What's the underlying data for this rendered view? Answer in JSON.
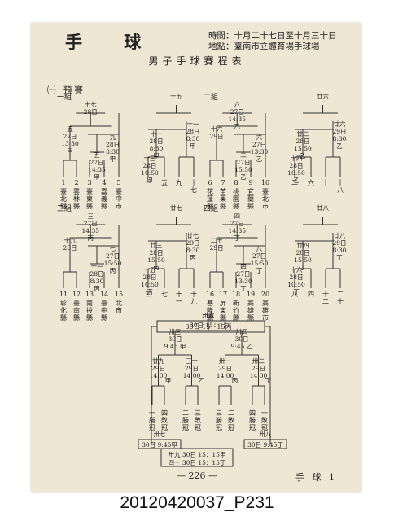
{
  "title": "手 球",
  "schedule_time": "時間：十月二十七日至十月三十日",
  "schedule_place": "地點：臺南市立體育場手球場",
  "subtitle": "男子手球賽程表",
  "section": "㈠ 預賽",
  "page_number": "— 226 —",
  "footer_right": "手 球 1",
  "caption": "20120420037_P231",
  "groups": [
    {
      "label": "一組",
      "teams": [
        {
          "no": "1",
          "name": "臺北縣"
        },
        {
          "no": "2",
          "name": "雲林縣"
        },
        {
          "no": "3",
          "name": "臺東縣"
        },
        {
          "no": "4",
          "name": "嘉義縣"
        },
        {
          "no": "5",
          "name": "臺中市"
        }
      ],
      "games": [
        {
          "no": "五",
          "date": "27日",
          "time": "13:30",
          "court": "甲"
        },
        {
          "no": "九",
          "date": "28日",
          "time": "8:30",
          "court": "甲"
        },
        {
          "no": "一",
          "date": "27日",
          "time": "15:50",
          "court": "甲"
        },
        {
          "no": "五",
          "date": "27日",
          "time": "14:35",
          "court": "甲"
        },
        {
          "no": "十七",
          "date": "28日",
          "time": "",
          "court": ""
        }
      ]
    },
    {
      "label": "",
      "teams": [
        {
          "no": "一",
          "name": ""
        },
        {
          "no": "五",
          "name": ""
        },
        {
          "no": "九",
          "name": ""
        },
        {
          "no": "十七",
          "name": ""
        }
      ],
      "games": [
        {
          "no": "十五",
          "date": "29日",
          "time": "",
          "court": ""
        },
        {
          "no": "十一",
          "date": "28日",
          "time": "8:30",
          "court": "甲"
        },
        {
          "no": "廿一",
          "date": "28日",
          "time": "15:50",
          "court": "甲"
        },
        {
          "no": "十三",
          "date": "28日",
          "time": "10:50",
          "court": "甲"
        }
      ]
    },
    {
      "label": "二組",
      "teams": [
        {
          "no": "6",
          "name": "花蓮縣"
        },
        {
          "no": "7",
          "name": "苗栗縣"
        },
        {
          "no": "8",
          "name": "桃園縣"
        },
        {
          "no": "9",
          "name": "宜蘭縣"
        },
        {
          "no": "10",
          "name": "臺北市"
        }
      ],
      "games": [
        {
          "no": "十六",
          "date": "29日",
          "time": "",
          "court": ""
        },
        {
          "no": "六",
          "date": "27日",
          "time": "13:30",
          "court": "乙"
        },
        {
          "no": "十",
          "date": "28日",
          "time": "8:30",
          "court": "乙"
        },
        {
          "no": "二",
          "date": "27日",
          "time": "15:50",
          "court": "乙"
        },
        {
          "no": "六",
          "date": "27日",
          "time": "14:35",
          "court": "乙"
        }
      ]
    },
    {
      "label": "",
      "teams": [
        {
          "no": "二",
          "name": ""
        },
        {
          "no": "六",
          "name": ""
        },
        {
          "no": "十",
          "name": ""
        },
        {
          "no": "十八",
          "name": ""
        }
      ],
      "games": [
        {
          "no": "廿六",
          "date": "29日",
          "time": "8:30",
          "court": "乙"
        },
        {
          "no": "廿二",
          "date": "28日",
          "time": "15:50",
          "court": "乙"
        },
        {
          "no": "十四",
          "date": "28日",
          "time": "10:50",
          "court": "乙"
        }
      ]
    },
    {
      "label": "三組",
      "teams": [
        {
          "no": "11",
          "name": "彰化縣"
        },
        {
          "no": "12",
          "name": "臺南縣"
        },
        {
          "no": "13",
          "name": "南投縣"
        },
        {
          "no": "14",
          "name": "臺中縣"
        },
        {
          "no": "15",
          "name": "北市"
        }
      ],
      "games": [
        {
          "no": "十九",
          "date": "28日",
          "time": "",
          "court": ""
        },
        {
          "no": "七",
          "date": "27日",
          "time": "15:50",
          "court": "丙"
        },
        {
          "no": "三",
          "date": "27日",
          "time": "13:30",
          "court": "丙"
        },
        {
          "no": "十一",
          "date": "28日",
          "time": "8:30",
          "court": "丙"
        },
        {
          "no": "三",
          "date": "27日",
          "time": "14:35",
          "court": "丙"
        }
      ]
    },
    {
      "label": "",
      "teams": [
        {
          "no": "三",
          "name": ""
        },
        {
          "no": "七",
          "name": ""
        },
        {
          "no": "十一",
          "name": ""
        },
        {
          "no": "十九",
          "name": ""
        }
      ],
      "games": [
        {
          "no": "廿七",
          "date": "29日",
          "time": "8:30",
          "court": "丙"
        },
        {
          "no": "廿三",
          "date": "28日",
          "time": "15:50",
          "court": "丙"
        },
        {
          "no": "十五",
          "date": "28日",
          "time": "10:50",
          "court": "丙"
        }
      ]
    },
    {
      "label": "四組",
      "teams": [
        {
          "no": "16",
          "name": "基隆縣"
        },
        {
          "no": "17",
          "name": "屏東縣"
        },
        {
          "no": "18",
          "name": "新竹縣"
        },
        {
          "no": "19",
          "name": "高雄縣"
        },
        {
          "no": "20",
          "name": "高雄市"
        }
      ],
      "games": [
        {
          "no": "二十",
          "date": "29日",
          "time": "",
          "court": ""
        },
        {
          "no": "八",
          "date": "27日",
          "time": "15:50",
          "court": "丁"
        },
        {
          "no": "十二",
          "date": "28日",
          "time": "8:30",
          "court": "丁"
        },
        {
          "no": "四",
          "date": "27日",
          "time": "13:30",
          "court": "丁"
        },
        {
          "no": "四",
          "date": "27日",
          "time": "14:35",
          "court": "丁"
        }
      ]
    },
    {
      "label": "",
      "teams": [
        {
          "no": "八",
          "name": ""
        },
        {
          "no": "四",
          "name": ""
        },
        {
          "no": "十二",
          "name": ""
        },
        {
          "no": "二十",
          "name": ""
        }
      ],
      "games": [
        {
          "no": "廿八",
          "date": "29日",
          "time": "8:30",
          "court": "丁"
        },
        {
          "no": "廿四",
          "date": "28日",
          "time": "15:50",
          "court": "丁"
        },
        {
          "no": "十六",
          "date": "28日",
          "time": "10:50",
          "court": "丁"
        }
      ]
    }
  ],
  "finals": {
    "final_game": {
      "no": "卅六",
      "date": "30日",
      "time": "15:15",
      "court": "丙"
    },
    "final_box": "30日 15：15丙",
    "consolation_no": "卅五",
    "consolation": "30日 15：15",
    "semis": [
      {
        "no": "卅三",
        "date": "30日",
        "time": "9:45",
        "court": "甲"
      },
      {
        "no": "卅四",
        "date": "30日",
        "time": "9:45",
        "court": "乙"
      }
    ],
    "quarters": [
      {
        "no": "廿九",
        "date": "29日",
        "time": "14:00",
        "court": "甲"
      },
      {
        "no": "三十",
        "date": "29日",
        "time": "14:00",
        "court": "乙"
      },
      {
        "no": "卅一",
        "date": "29日",
        "time": "14:00",
        "court": "丙"
      },
      {
        "no": "卅二",
        "date": "29日",
        "time": "14:00",
        "court": "丁"
      }
    ],
    "entrants": [
      {
        "label": "一勝冠"
      },
      {
        "label": "四敗冠"
      },
      {
        "label": "二勝冠"
      },
      {
        "label": "三敗冠"
      },
      {
        "label": "三勝冠"
      },
      {
        "label": "二敗冠"
      },
      {
        "label": "四勝冠"
      },
      {
        "label": "一敗冠"
      }
    ],
    "left_box_no": "卅七",
    "left_box": "30日 9:45甲",
    "right_box_no": "卅八",
    "right_box": "30日 9:45丁",
    "bottom_box_1": "卅九 30日 15：15甲",
    "bottom_box_2": "四十 30日 15：15丁"
  }
}
